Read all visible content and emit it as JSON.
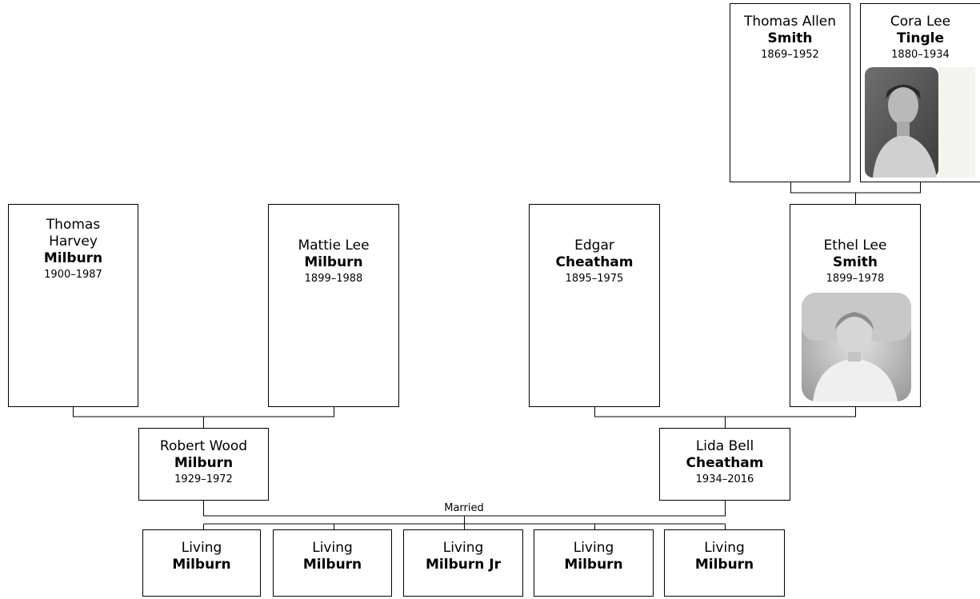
{
  "great_grandparents": [
    {
      "given": "Thomas Allen",
      "surname": "Smith",
      "years": "1869–1952"
    },
    {
      "given": "Cora Lee",
      "surname": "Tingle",
      "years": "1880–1934",
      "photo": "portrait-photo"
    }
  ],
  "grandparents": [
    {
      "given_lines": [
        "Thomas",
        "Harvey"
      ],
      "surname": "Milburn",
      "years": "1900–1987"
    },
    {
      "given": "Mattie Lee",
      "surname": "Milburn",
      "years": "1899–1988"
    },
    {
      "given": "Edgar",
      "surname": "Cheatham",
      "years": "1895–1975"
    },
    {
      "given": "Ethel Lee",
      "surname": "Smith",
      "years": "1899–1978",
      "photo": "portrait-photo"
    }
  ],
  "parents": [
    {
      "given": "Robert Wood",
      "surname": "Milburn",
      "years": "1929–1972"
    },
    {
      "given": "Lida Bell",
      "surname": "Cheatham",
      "years": "1934–2016"
    }
  ],
  "marriage_label": "Married",
  "children": [
    {
      "given": "Living",
      "surname": "Milburn"
    },
    {
      "given": "Living",
      "surname": "Milburn"
    },
    {
      "given": "Living",
      "surname": "Milburn Jr"
    },
    {
      "given": "Living",
      "surname": "Milburn"
    },
    {
      "given": "Living",
      "surname": "Milburn"
    }
  ]
}
